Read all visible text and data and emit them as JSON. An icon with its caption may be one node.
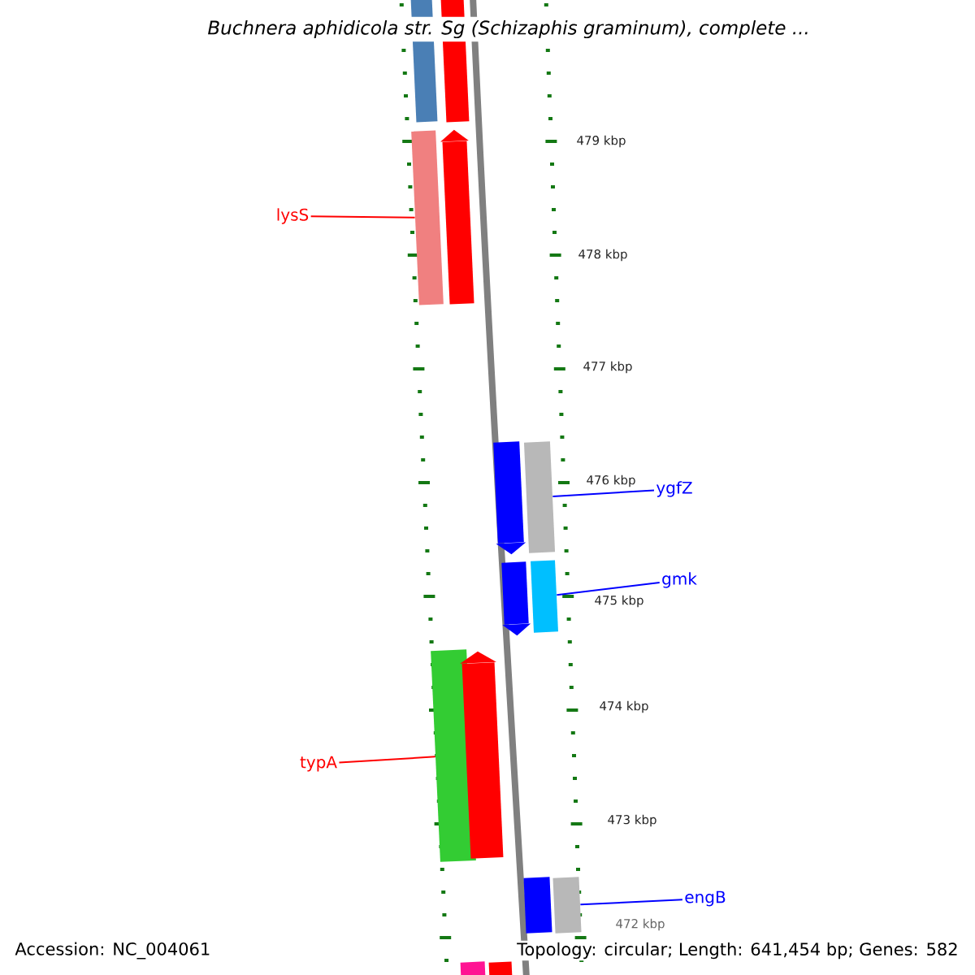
{
  "diagram": {
    "title": "Buchnera aphidicola str. Sg (Schizaphis graminum), complete ...",
    "nodes": [
      {
        "text": [],
        "shape": "bar"
      },
      {
        "text": [],
        "shape": "bar"
      },
      {
        "text": [],
        "shape": "bar"
      },
      {
        "text": [],
        "shape": "bar"
      },
      {
        "text": [],
        "shape": "bar"
      },
      {
        "text": [],
        "shape": "bar"
      },
      {
        "text": [],
        "shape": "bar"
      },
      {
        "text": [],
        "shape": "bar"
      },
      {
        "text": [],
        "shape": "bar"
      },
      {
        "text": [],
        "shape": "bar"
      },
      {
        "text": [],
        "shape": "bar"
      },
      {
        "text": [],
        "shape": "bar"
      },
      {
        "text": [],
        "shape": "bar"
      },
      {
        "text": [],
        "shape": "bar"
      },
      {
        "text": [
          "lysS"
        ]
      },
      {
        "text": [
          "ygfZ"
        ]
      },
      {
        "text": [
          "gmk"
        ]
      },
      {
        "text": [
          "typA"
        ]
      },
      {
        "text": [
          "engB"
        ]
      }
    ],
    "edges": [
      {
        "from": 14,
        "to": 2,
        "arrow": "none",
        "color": "#ff0000"
      },
      {
        "from": 15,
        "to": 5,
        "arrow": "none"
      },
      {
        "from": 16,
        "to": 7,
        "arrow": "none"
      },
      {
        "from": 17,
        "to": 8,
        "arrow": "none",
        "color": "#ff0000"
      },
      {
        "from": 18,
        "to": 11,
        "arrow": "none"
      }
    ],
    "labels": [
      "479 kbp",
      "478 kbp",
      "477 kbp",
      "476 kbp",
      "475 kbp",
      "474 kbp",
      "473 kbp",
      "472 kbp",
      "Accession: NC_004061",
      "Topology: circular; Length: 641,454 bp; Genes: 582"
    ]
  }
}
